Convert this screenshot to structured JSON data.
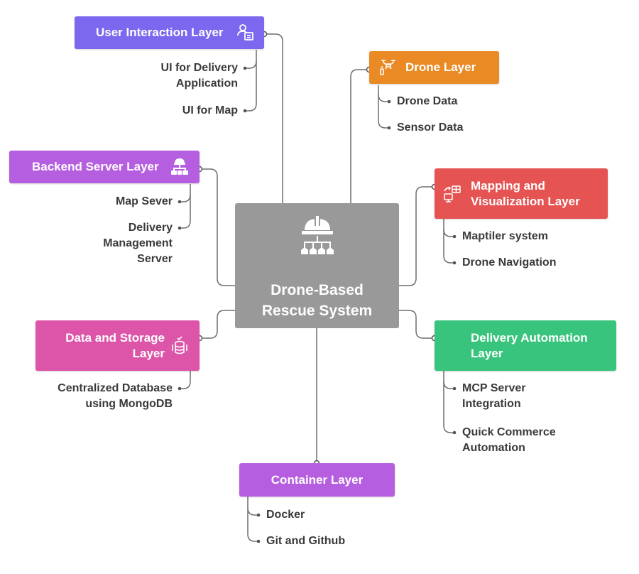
{
  "center": {
    "title_line1": "Drone-Based",
    "title_line2": "Rescue System",
    "icon": "rescue-hierarchy-icon"
  },
  "layers": {
    "user_interaction": {
      "title": "User Interaction Layer",
      "color": "#7b68ee",
      "icon": "user-form-icon",
      "items": [
        "UI for Delivery",
        "Application",
        "UI for Map"
      ]
    },
    "drone": {
      "title": "Drone Layer",
      "color": "#e98a25",
      "icon": "drone-icon",
      "items": [
        "Drone Data",
        "Sensor Data"
      ]
    },
    "backend_server": {
      "title": "Backend Server Layer",
      "color": "#b65ee0",
      "icon": "server-network-icon",
      "items": [
        "Map Sever",
        "Delivery",
        "Management",
        "Server"
      ]
    },
    "mapping": {
      "title_line1": "Mapping and",
      "title_line2": "Visualization Layer",
      "color": "#e55353",
      "icon": "map-visualization-icon",
      "items": [
        "Maptiler system",
        "Drone Navigation"
      ]
    },
    "data_storage": {
      "title_line1": "Data and Storage",
      "title_line2": "Layer",
      "color": "#dd55a8",
      "icon": "database-icon",
      "items": [
        "Centralized Database",
        "using MongoDB"
      ]
    },
    "delivery_automation": {
      "title_line1": "Delivery Automation",
      "title_line2": "Layer",
      "color": "#38c47c",
      "icon": "automation-icon",
      "items": [
        "MCP Server",
        "Integration",
        "Quick Commerce",
        "Automation"
      ]
    },
    "container": {
      "title": "Container Layer",
      "color": "#b65ee0",
      "items": [
        "Docker",
        "Git and Github"
      ]
    }
  }
}
